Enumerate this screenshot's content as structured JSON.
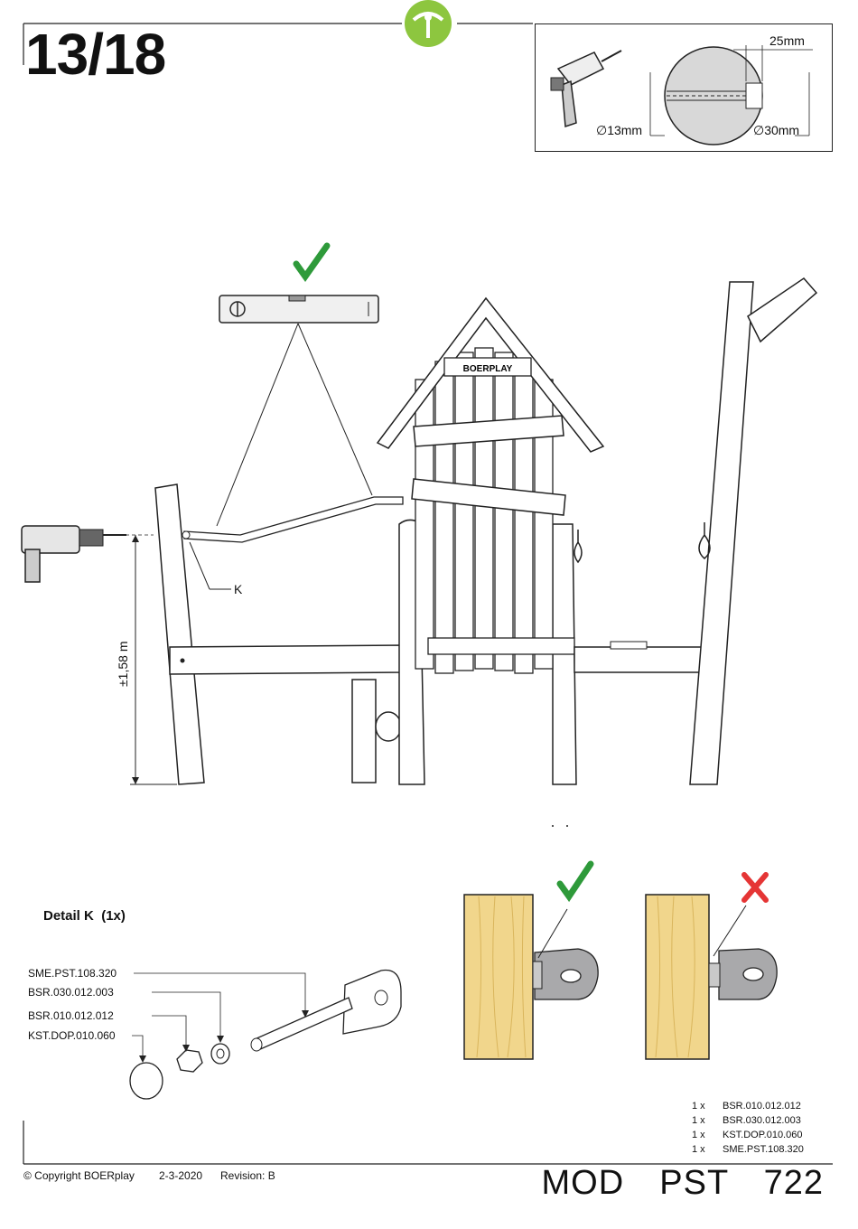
{
  "page": {
    "step": "13",
    "total": "18",
    "model": "MOD  PST  722"
  },
  "drill_box": {
    "dim_depth": "25mm",
    "dim_small": "∅13mm",
    "dim_large": "∅30mm"
  },
  "main": {
    "brand": "BOERPLAY",
    "label_k": "K",
    "height": "±1,58 m"
  },
  "detail": {
    "title": "Detail K",
    "qty": "(1x)",
    "parts": [
      "SME.PST.108.320",
      "BSR.030.012.003",
      "BSR.010.012.012",
      "KST.DOP.010.060"
    ]
  },
  "parts_list": [
    {
      "qty": "1 x",
      "code": "BSR.010.012.012"
    },
    {
      "qty": "1 x",
      "code": "BSR.030.012.003"
    },
    {
      "qty": "1 x",
      "code": "KST.DOP.010.060"
    },
    {
      "qty": "1 x",
      "code": "SME.PST.108.320"
    }
  ],
  "footer": {
    "copyright": "© Copyright BOERplay",
    "date": "2-3-2020",
    "revision": "Revision: B"
  },
  "colors": {
    "check": "#2e9a3a",
    "cross": "#e53535",
    "logo": "#8dc63f",
    "wood": "#f1d68c",
    "metal": "#a9a9ab"
  },
  "icons": [
    "logo-icon",
    "drill-icon",
    "spirit-level-icon",
    "check-icon",
    "cross-icon"
  ]
}
